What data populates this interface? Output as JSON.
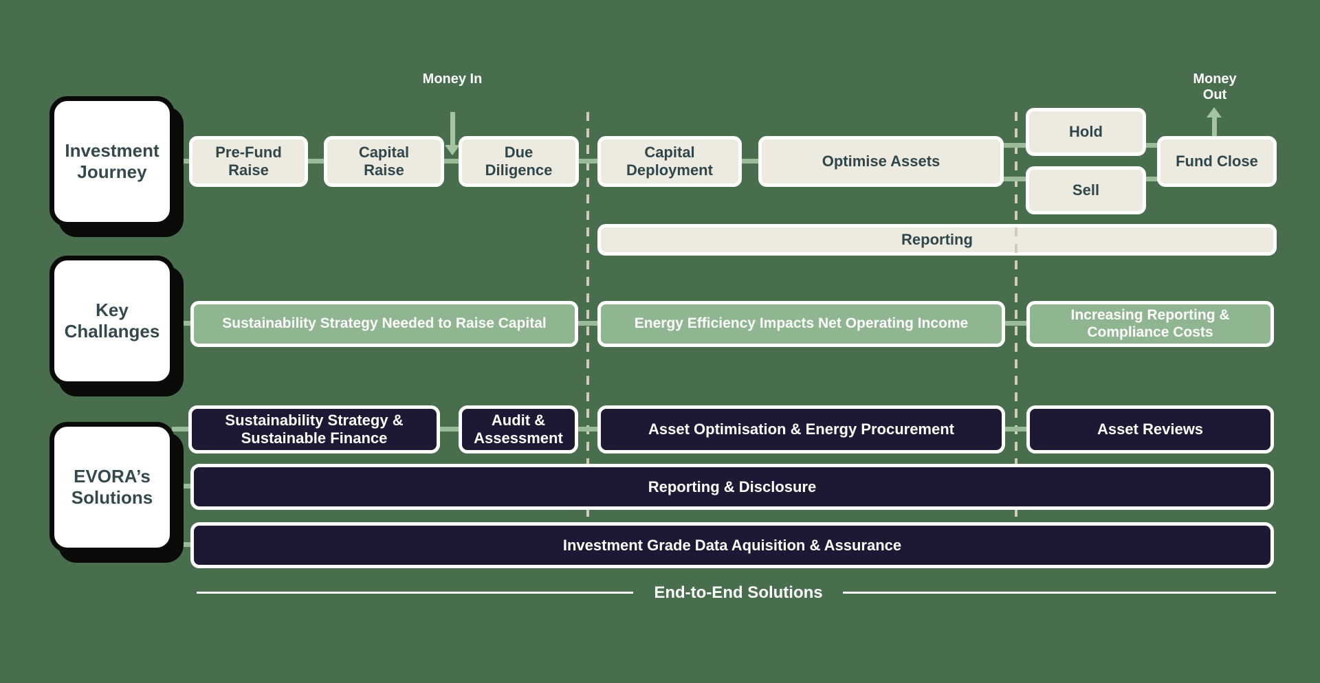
{
  "colors": {
    "background": "#486E4E",
    "box_cream": "#EDEADF",
    "box_sage": "#8FB591",
    "box_navy": "#1D1935",
    "connector_green": "#9ABA98",
    "arrow_green": "#A6C4A2",
    "divider_dash_beige": "#CFCCBE",
    "card_black_frame": "#0A0A08",
    "text_dark": "#2F474C",
    "text_white": "#FFFFFF"
  },
  "journey": {
    "card_label": "Investment Journey",
    "money_in_label": "Money In",
    "money_out_label": "Money Out",
    "stage_pre_fund": "Pre-Fund Raise",
    "stage_capital_raise": "Capital Raise",
    "stage_due_diligence": "Due Diligence",
    "stage_capital_deployment": "Capital Deployment",
    "stage_optimise_assets": "Optimise Assets",
    "stage_hold": "Hold",
    "stage_sell": "Sell",
    "stage_fund_close": "Fund Close",
    "reporting_label": "Reporting"
  },
  "challenges": {
    "card_label": "Key Challanges",
    "item_1": "Sustainability Strategy Needed to Raise Capital",
    "item_2": "Energy Efficiency Impacts Net Operating Income",
    "item_3": "Increasing Reporting & Compliance Costs"
  },
  "solutions": {
    "card_label": "EVORA’s Solutions",
    "item_1": "Sustainability Strategy & Sustainable Finance",
    "item_2": "Audit & Assessment",
    "item_3": "Asset Optimisation & Energy Procurement",
    "item_4": "Asset Reviews",
    "bar_reporting_disclosure": "Reporting & Disclosure",
    "bar_data": "Investment Grade Data Aquisition & Assurance"
  },
  "footer": {
    "label": "End-to-End Solutions"
  }
}
